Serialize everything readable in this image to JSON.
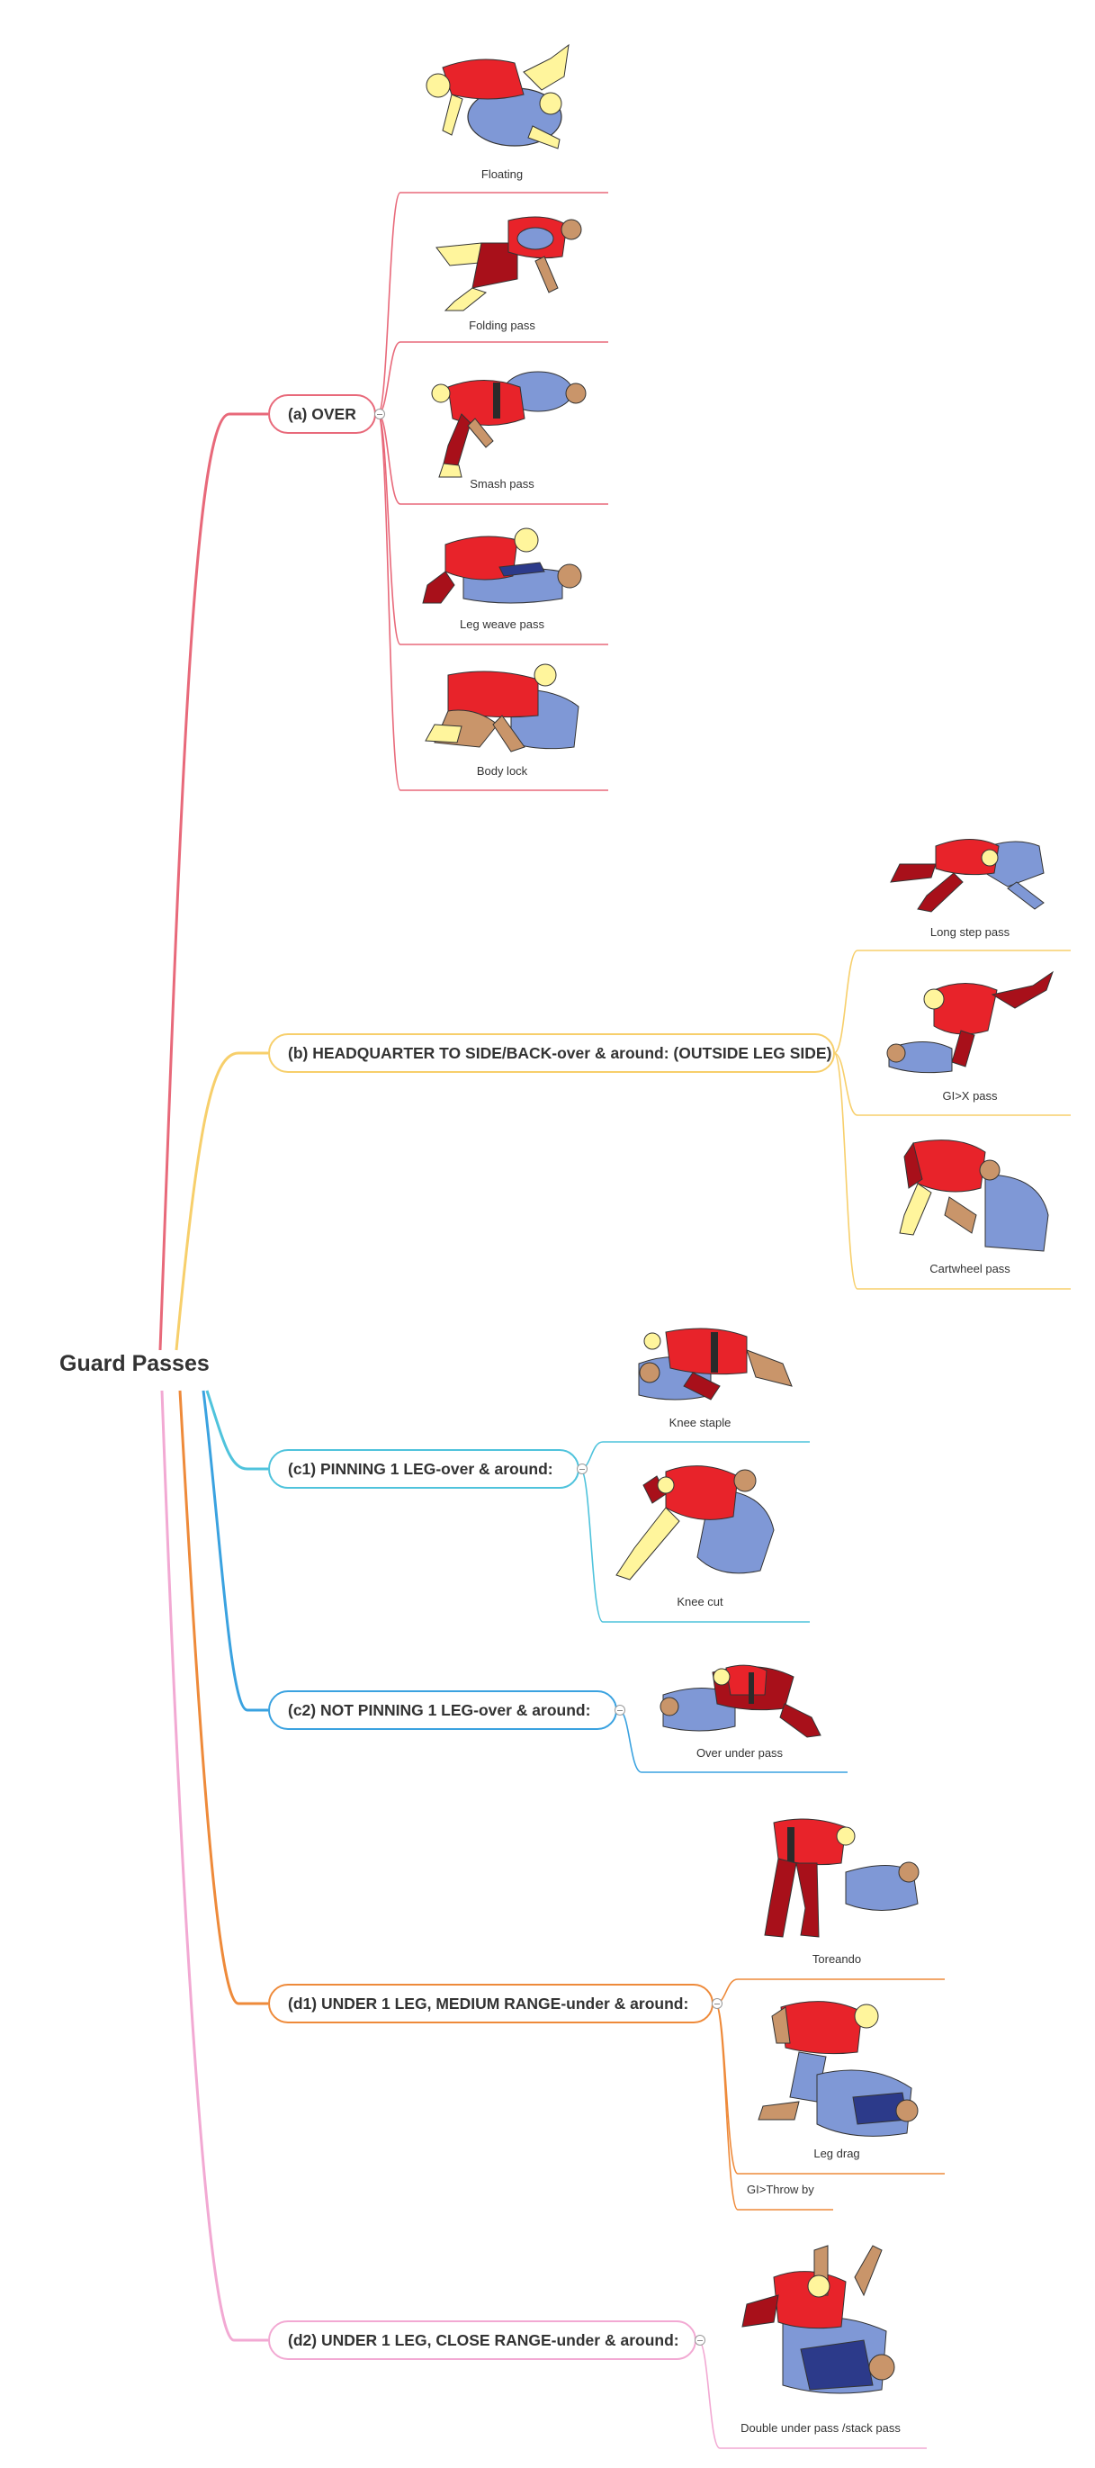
{
  "root": {
    "label": "Guard Passes"
  },
  "colors": {
    "a": "#e8697a",
    "b": "#f7cf6b",
    "c1": "#4fc3dc",
    "c2": "#3aa2e0",
    "d1": "#ee8a3a",
    "d2": "#f2a9d3",
    "red": "#e8232a",
    "darkred": "#a8101a",
    "blue": "#7f98d6",
    "navy": "#2c3a8a",
    "skin": "#fff59c",
    "tan": "#c9956a",
    "belt": "#2a2a2a"
  },
  "branches": {
    "a": {
      "label": "(a) OVER",
      "leaves": [
        "Floating",
        "Folding pass",
        "Smash pass",
        "Leg weave pass",
        "Body lock"
      ]
    },
    "b": {
      "label": "(b) HEADQUARTER TO SIDE/BACK-over & around: (OUTSIDE LEG SIDE)",
      "leaves": [
        "Long step pass",
        "GI>X pass",
        "Cartwheel pass"
      ]
    },
    "c1": {
      "label": "(c1) PINNING 1 LEG-over & around:",
      "leaves": [
        "Knee staple",
        "Knee cut"
      ]
    },
    "c2": {
      "label": "(c2) NOT PINNING 1 LEG-over & around:",
      "leaves": [
        "Over under pass"
      ]
    },
    "d1": {
      "label": "(d1) UNDER 1 LEG, MEDIUM RANGE-under & around:",
      "leaves": [
        "Toreando",
        "Leg drag",
        "GI>Throw by"
      ]
    },
    "d2": {
      "label": "(d2) UNDER 1 LEG, CLOSE RANGE-under & around:",
      "leaves": [
        "Double under pass /stack pass"
      ]
    }
  },
  "icons": [
    "collapse-icon"
  ]
}
